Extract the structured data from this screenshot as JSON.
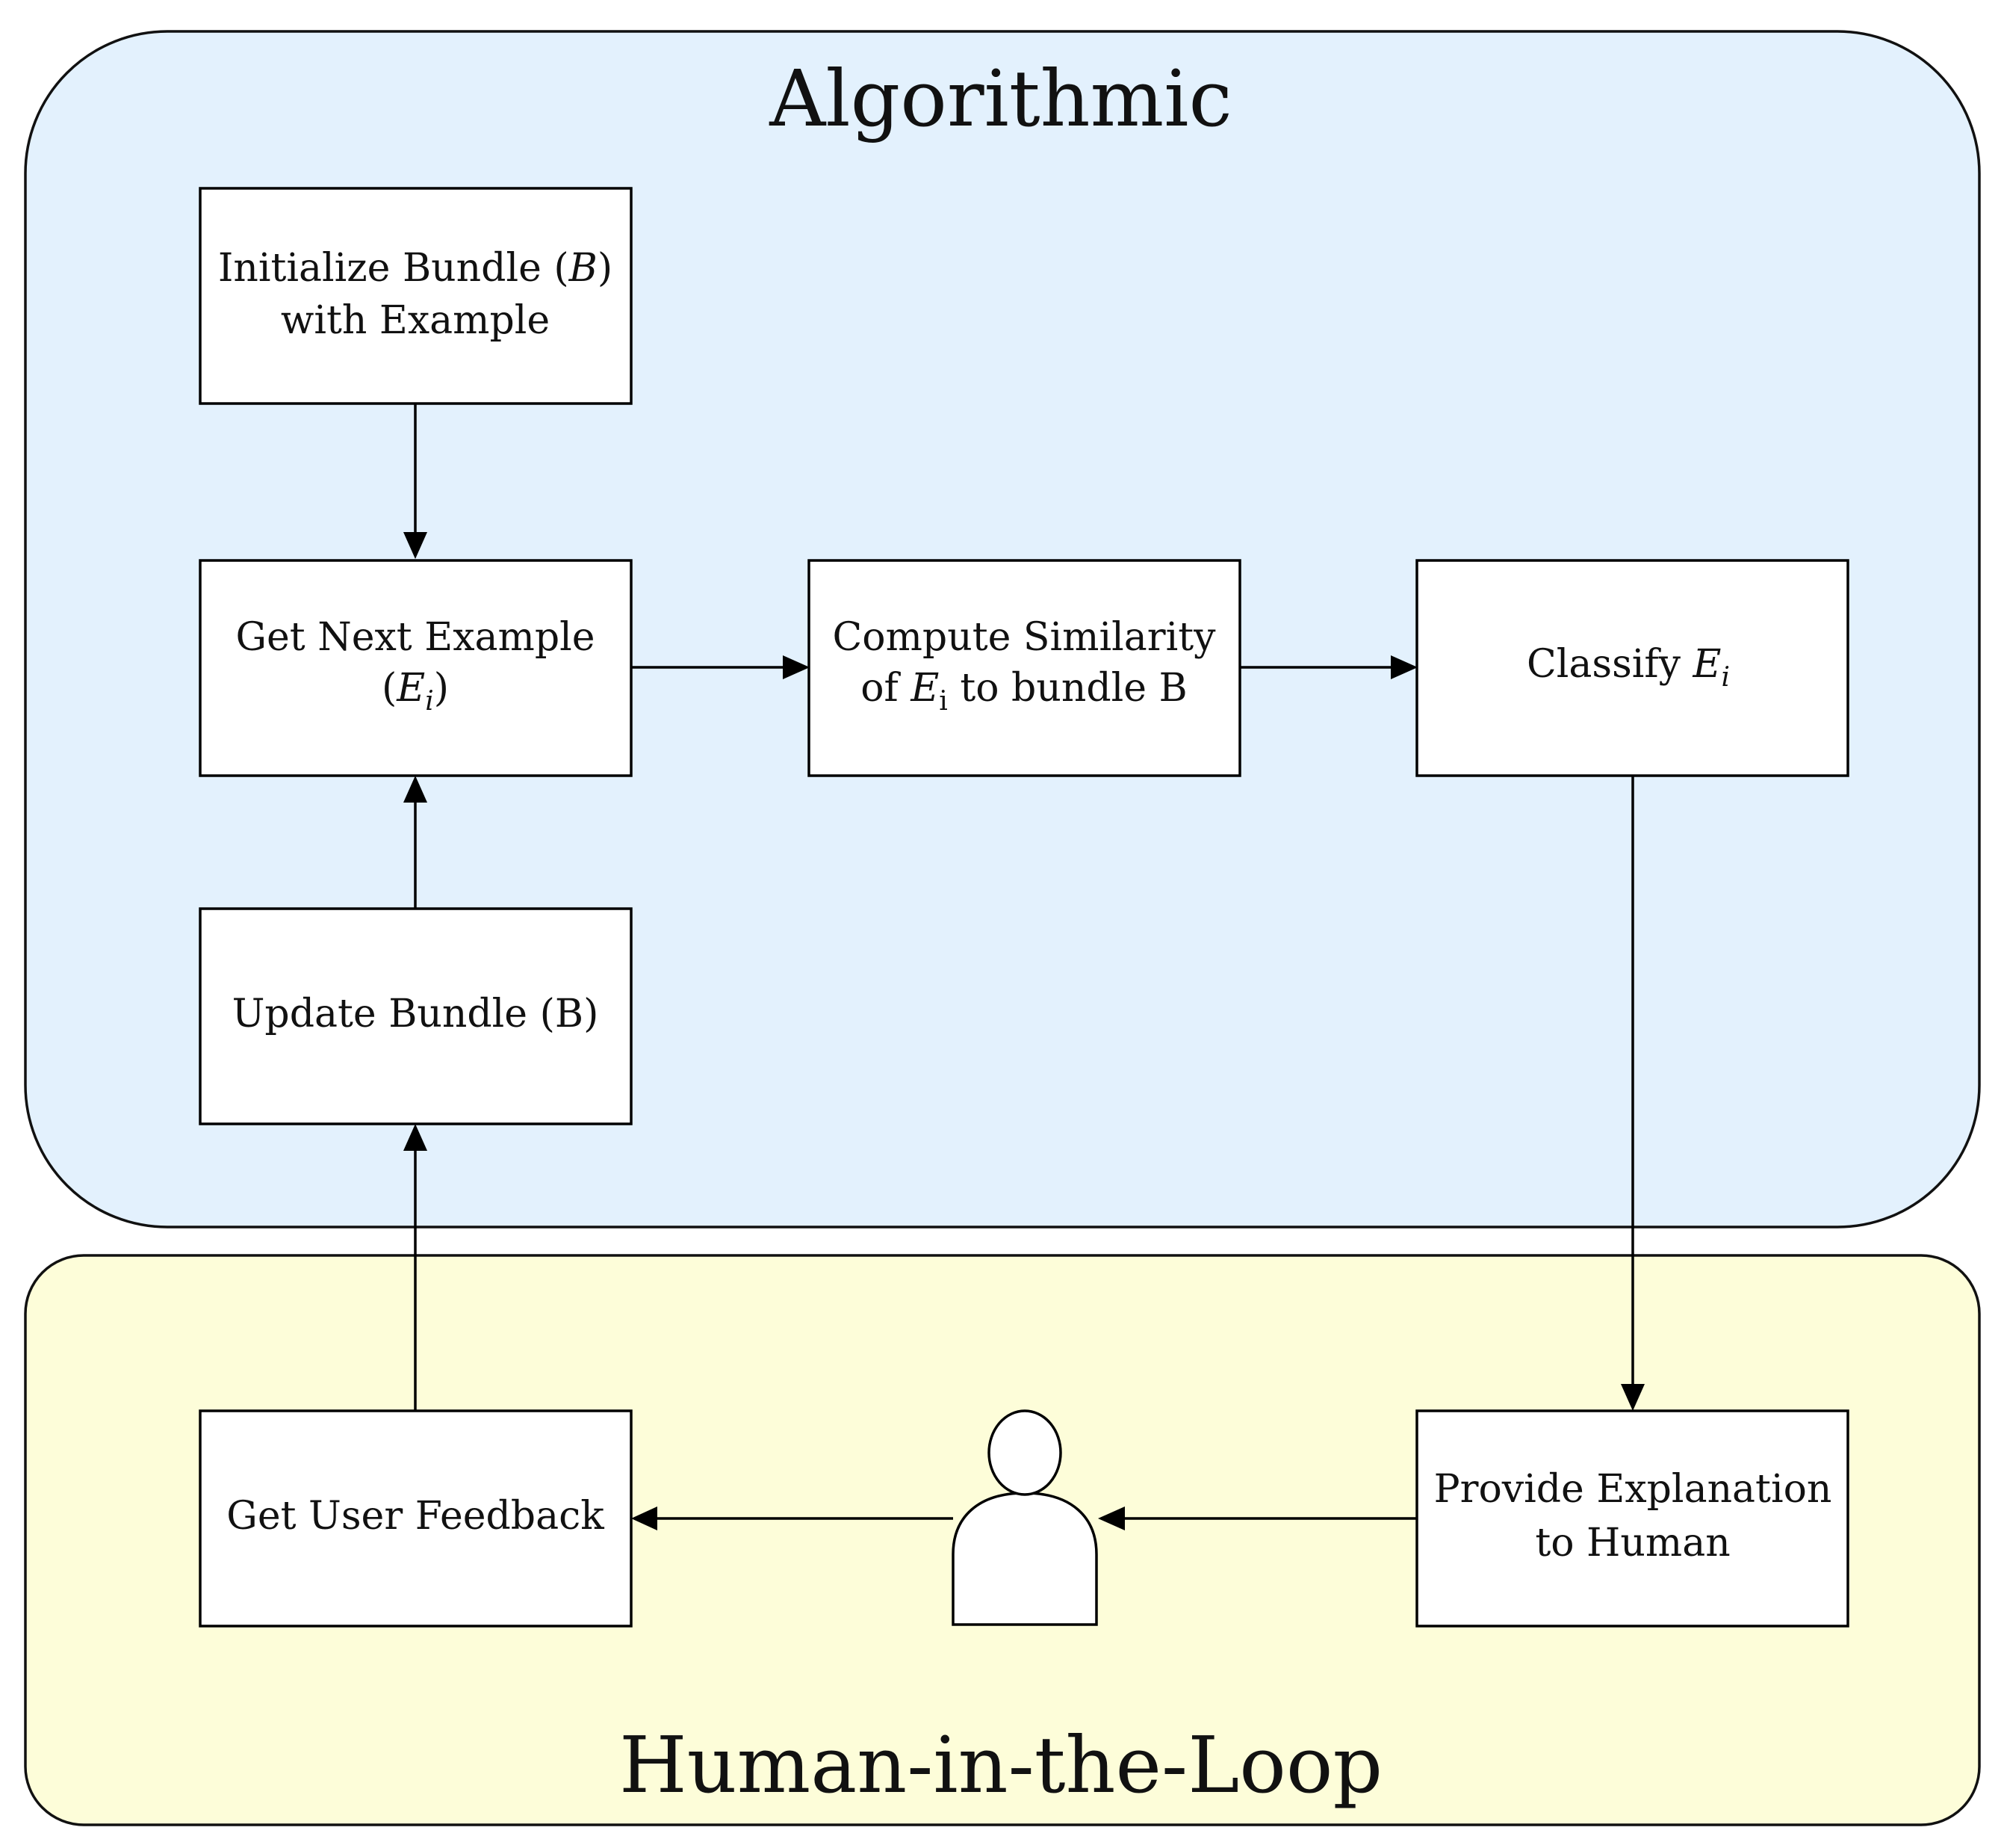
{
  "regions": {
    "algorithmic": {
      "title": "Algorithmic",
      "fill": "#e3f1fd"
    },
    "human_loop": {
      "title": "Human-in-the-Loop",
      "fill": "#fdfdd9"
    }
  },
  "nodes": {
    "init_bundle": {
      "line1_pre": "Initialize Bundle (",
      "line1_var": "B",
      "line1_post": ")",
      "line2": "with Example"
    },
    "get_next": {
      "line1": "Get Next Example",
      "line2_pre": "(",
      "line2_var": "E",
      "line2_sub": "i",
      "line2_post": ")"
    },
    "compute_similarity": {
      "line1": "Compute Similarity",
      "line2_pre": "of ",
      "line2_var": "E",
      "line2_sub": "i",
      "line2_post": " to bundle B"
    },
    "classify": {
      "pre": "Classify ",
      "var": "E",
      "sub": "i"
    },
    "update_bundle": {
      "label": "Update Bundle (B)"
    },
    "get_feedback": {
      "label": "Get User Feedback"
    },
    "provide_explanation": {
      "line1": "Provide Explanation",
      "line2": "to Human"
    }
  },
  "icons": {
    "human": "person-icon"
  }
}
